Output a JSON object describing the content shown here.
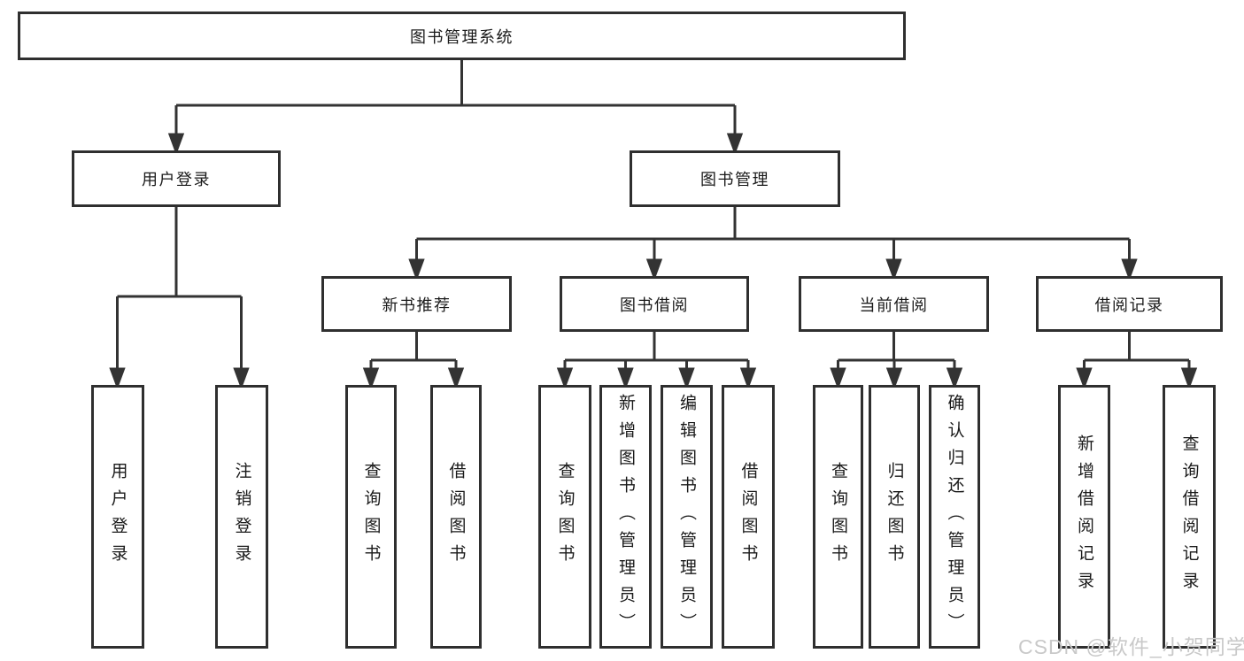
{
  "diagram": {
    "title": "图书管理系统",
    "nodes": {
      "root": "图书管理系统",
      "level2": [
        "用户登录",
        "图书管理"
      ],
      "level3": [
        "新书推荐",
        "图书借阅",
        "当前借阅",
        "借阅记录"
      ],
      "leaves": {
        "user_login": [
          "用户登录",
          "注销登录"
        ],
        "new_books": [
          "查询图书",
          "借阅图书"
        ],
        "book_borrow": [
          "查询图书",
          "新增图书（管理员）",
          "编辑图书（管理员）",
          "借阅图书"
        ],
        "current_borrow": [
          "查询图书",
          "归还图书",
          "确认归还（管理员）"
        ],
        "borrow_records": [
          "新增借阅记录",
          "查询借阅记录"
        ]
      }
    },
    "colors": {
      "line": "#333333",
      "box_border": "#2f2f2f",
      "text": "#1a1a1a",
      "background": "#ffffff",
      "watermark": "#c9c9c9"
    }
  },
  "watermark": {
    "text": "CSDN @软件_小贺同学"
  }
}
